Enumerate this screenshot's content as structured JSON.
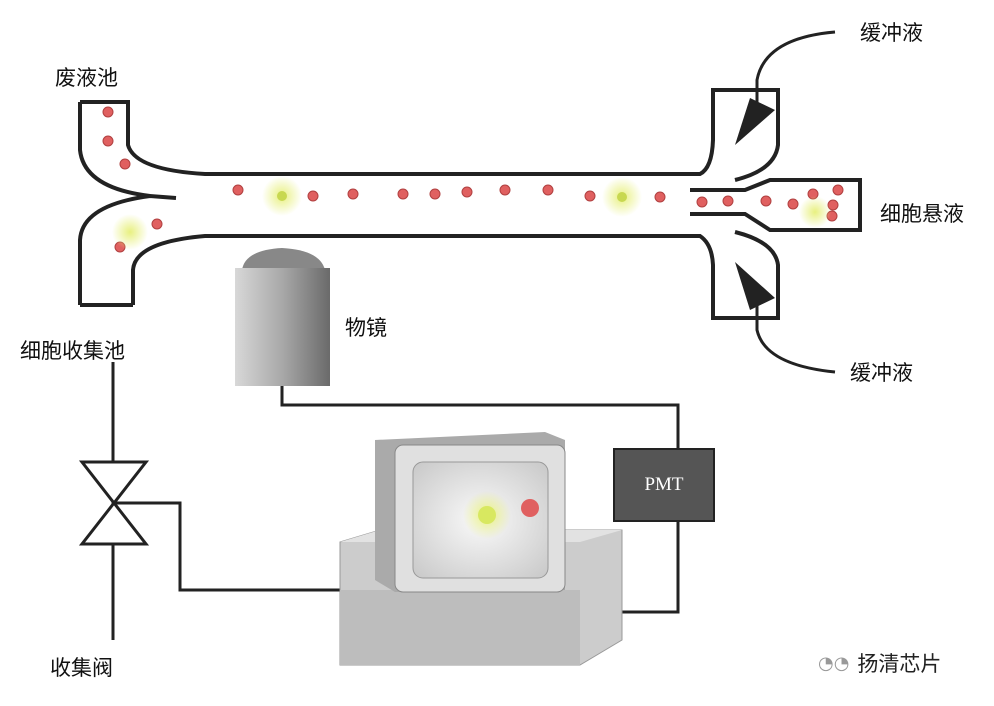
{
  "labels": {
    "waste_pool": "废液池",
    "buffer_top": "缓冲液",
    "cell_suspension": "细胞悬液",
    "objective": "物镜",
    "buffer_bottom": "缓冲液",
    "collection_pool": "细胞收集池",
    "pmt": "PMT",
    "collection_valve": "收集阀"
  },
  "watermark": "扬清芯片",
  "colors": {
    "cell": "#e06060",
    "fluorescent_cell": "#d8e860",
    "pmt": "#555555"
  }
}
